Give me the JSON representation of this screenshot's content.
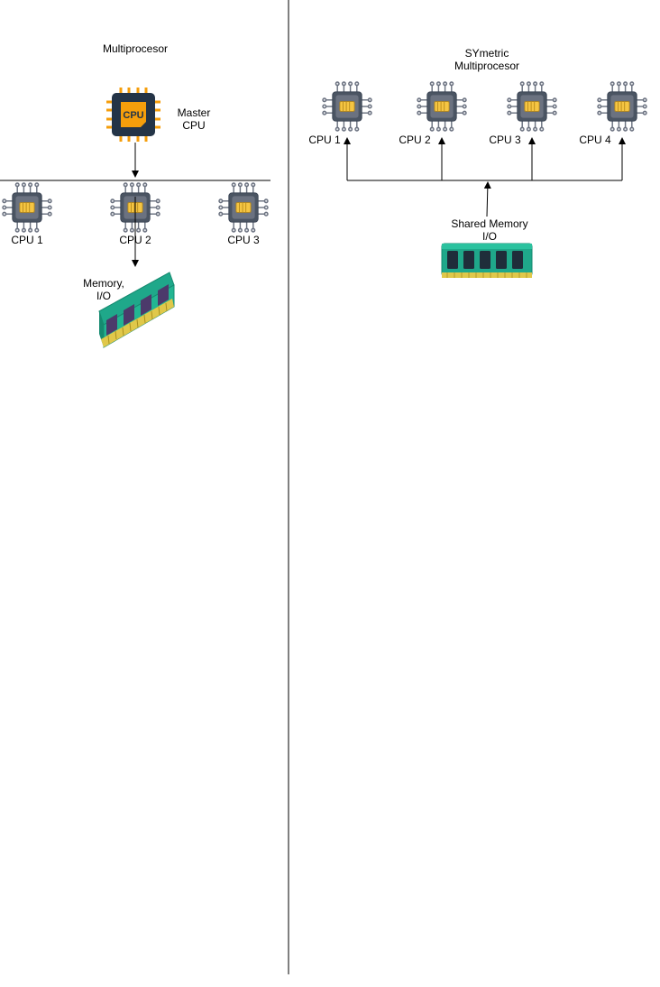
{
  "colors": {
    "background": "#ffffff",
    "line": "#000000",
    "chip_body": "#4b5563",
    "chip_core": "#f5c542",
    "master_cpu_orange": "#f59e0b",
    "ram_board": "#1fa88a",
    "ram_chip": "#4c3a6b",
    "ram_pins": "#e0c84a"
  },
  "left": {
    "title": "Multiprocesor",
    "master": {
      "icon": "cpu-orange-icon",
      "icon_text": "CPU",
      "label_line1": "Master",
      "label_line2": "CPU"
    },
    "cpus": [
      {
        "label": "CPU 1",
        "icon": "microchip-icon"
      },
      {
        "label": "CPU 2",
        "icon": "microchip-icon"
      },
      {
        "label": "CPU 3",
        "icon": "microchip-icon"
      }
    ],
    "memory": {
      "label_line1": "Memory,",
      "label_line2": "I/O",
      "icon": "ram-module-icon"
    }
  },
  "right": {
    "title_line1": "SYmetric",
    "title_line2": "Multiprocesor",
    "cpus": [
      {
        "label": "CPU 1",
        "icon": "microchip-icon"
      },
      {
        "label": "CPU 2",
        "icon": "microchip-icon"
      },
      {
        "label": "CPU 3",
        "icon": "microchip-icon"
      },
      {
        "label": "CPU 4",
        "icon": "microchip-icon"
      }
    ],
    "memory": {
      "label_line1": "Shared Memory",
      "label_line2": "I/O",
      "icon": "ram-module-icon"
    }
  }
}
